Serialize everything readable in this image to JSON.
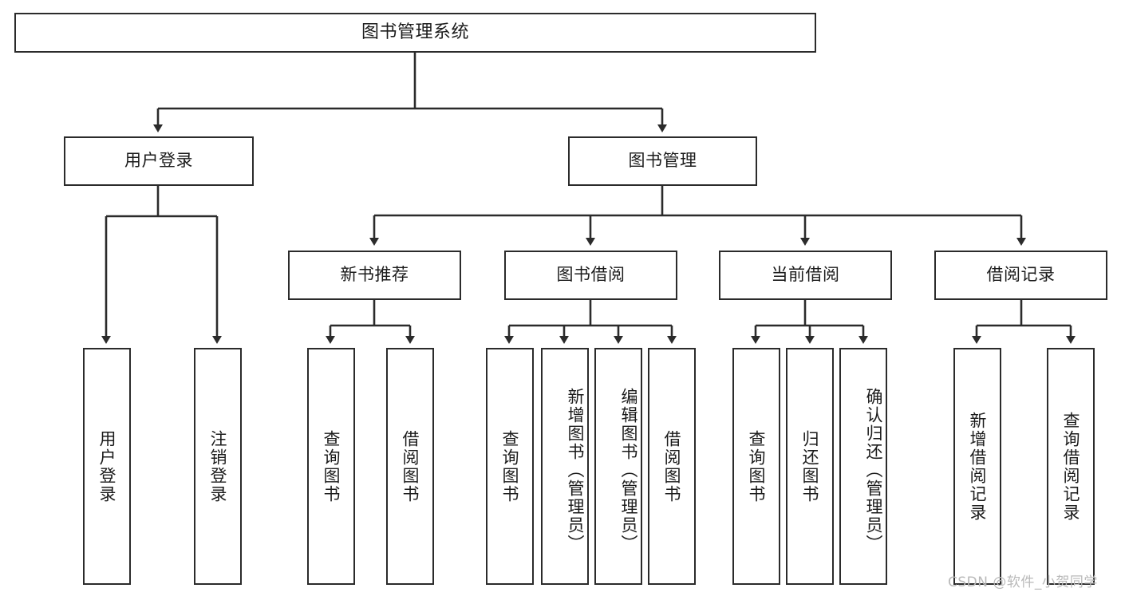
{
  "diagram": {
    "title": "图书管理系统",
    "type": "tree-hierarchy",
    "watermark": "CSDN @软件_小贺同学",
    "colors": {
      "stroke": "#2b2b2b",
      "fill": "#ffffff",
      "text": "#1b1b1b",
      "watermark": "#b9b9b9"
    },
    "nodes": {
      "root": "图书管理系统",
      "level2": {
        "user_login": "用户登录",
        "book_manage": "图书管理"
      },
      "level3": {
        "new_book_rec": "新书推荐",
        "book_borrow": "图书借阅",
        "current_borrow": "当前借阅",
        "borrow_record": "借阅记录"
      },
      "leaves": {
        "user_login_1": "用户登录",
        "user_login_2": "注销登录",
        "new_book_rec_1": "查询图书",
        "new_book_rec_2": "借阅图书",
        "book_borrow_1": "查询图书",
        "book_borrow_2": "新增图书（管理员）",
        "book_borrow_3": "编辑图书（管理员）",
        "book_borrow_4": "借阅图书",
        "current_borrow_1": "查询图书",
        "current_borrow_2": "归还图书",
        "current_borrow_3": "确认归还（管理员）",
        "borrow_record_1": "新增借阅记录",
        "borrow_record_2": "查询借阅记录"
      }
    }
  }
}
